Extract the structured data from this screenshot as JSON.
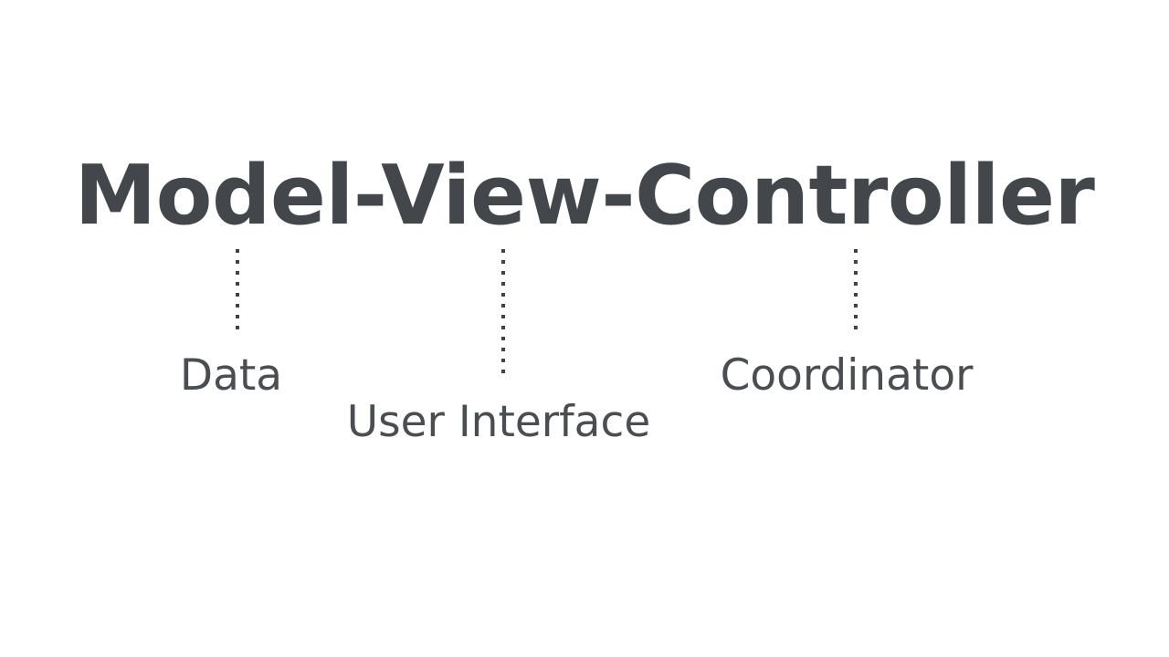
{
  "slide": {
    "background_color": "#ffffff",
    "title": {
      "text": "Model-View-Controller",
      "color": "#43474c"
    },
    "connectors": [
      {
        "name": "model-connector",
        "style": "dotted-vertical",
        "color": "#3f4247"
      },
      {
        "name": "view-connector",
        "style": "dotted-vertical",
        "color": "#3f4247"
      },
      {
        "name": "controller-connector",
        "style": "dotted-vertical",
        "color": "#3f4247"
      }
    ],
    "captions": [
      {
        "term": "Model",
        "label": "Data",
        "color": "#4a4e53"
      },
      {
        "term": "View",
        "label": "User Interface",
        "color": "#4a4e53"
      },
      {
        "term": "Controller",
        "label": "Coordinator",
        "color": "#4a4e53"
      }
    ]
  }
}
